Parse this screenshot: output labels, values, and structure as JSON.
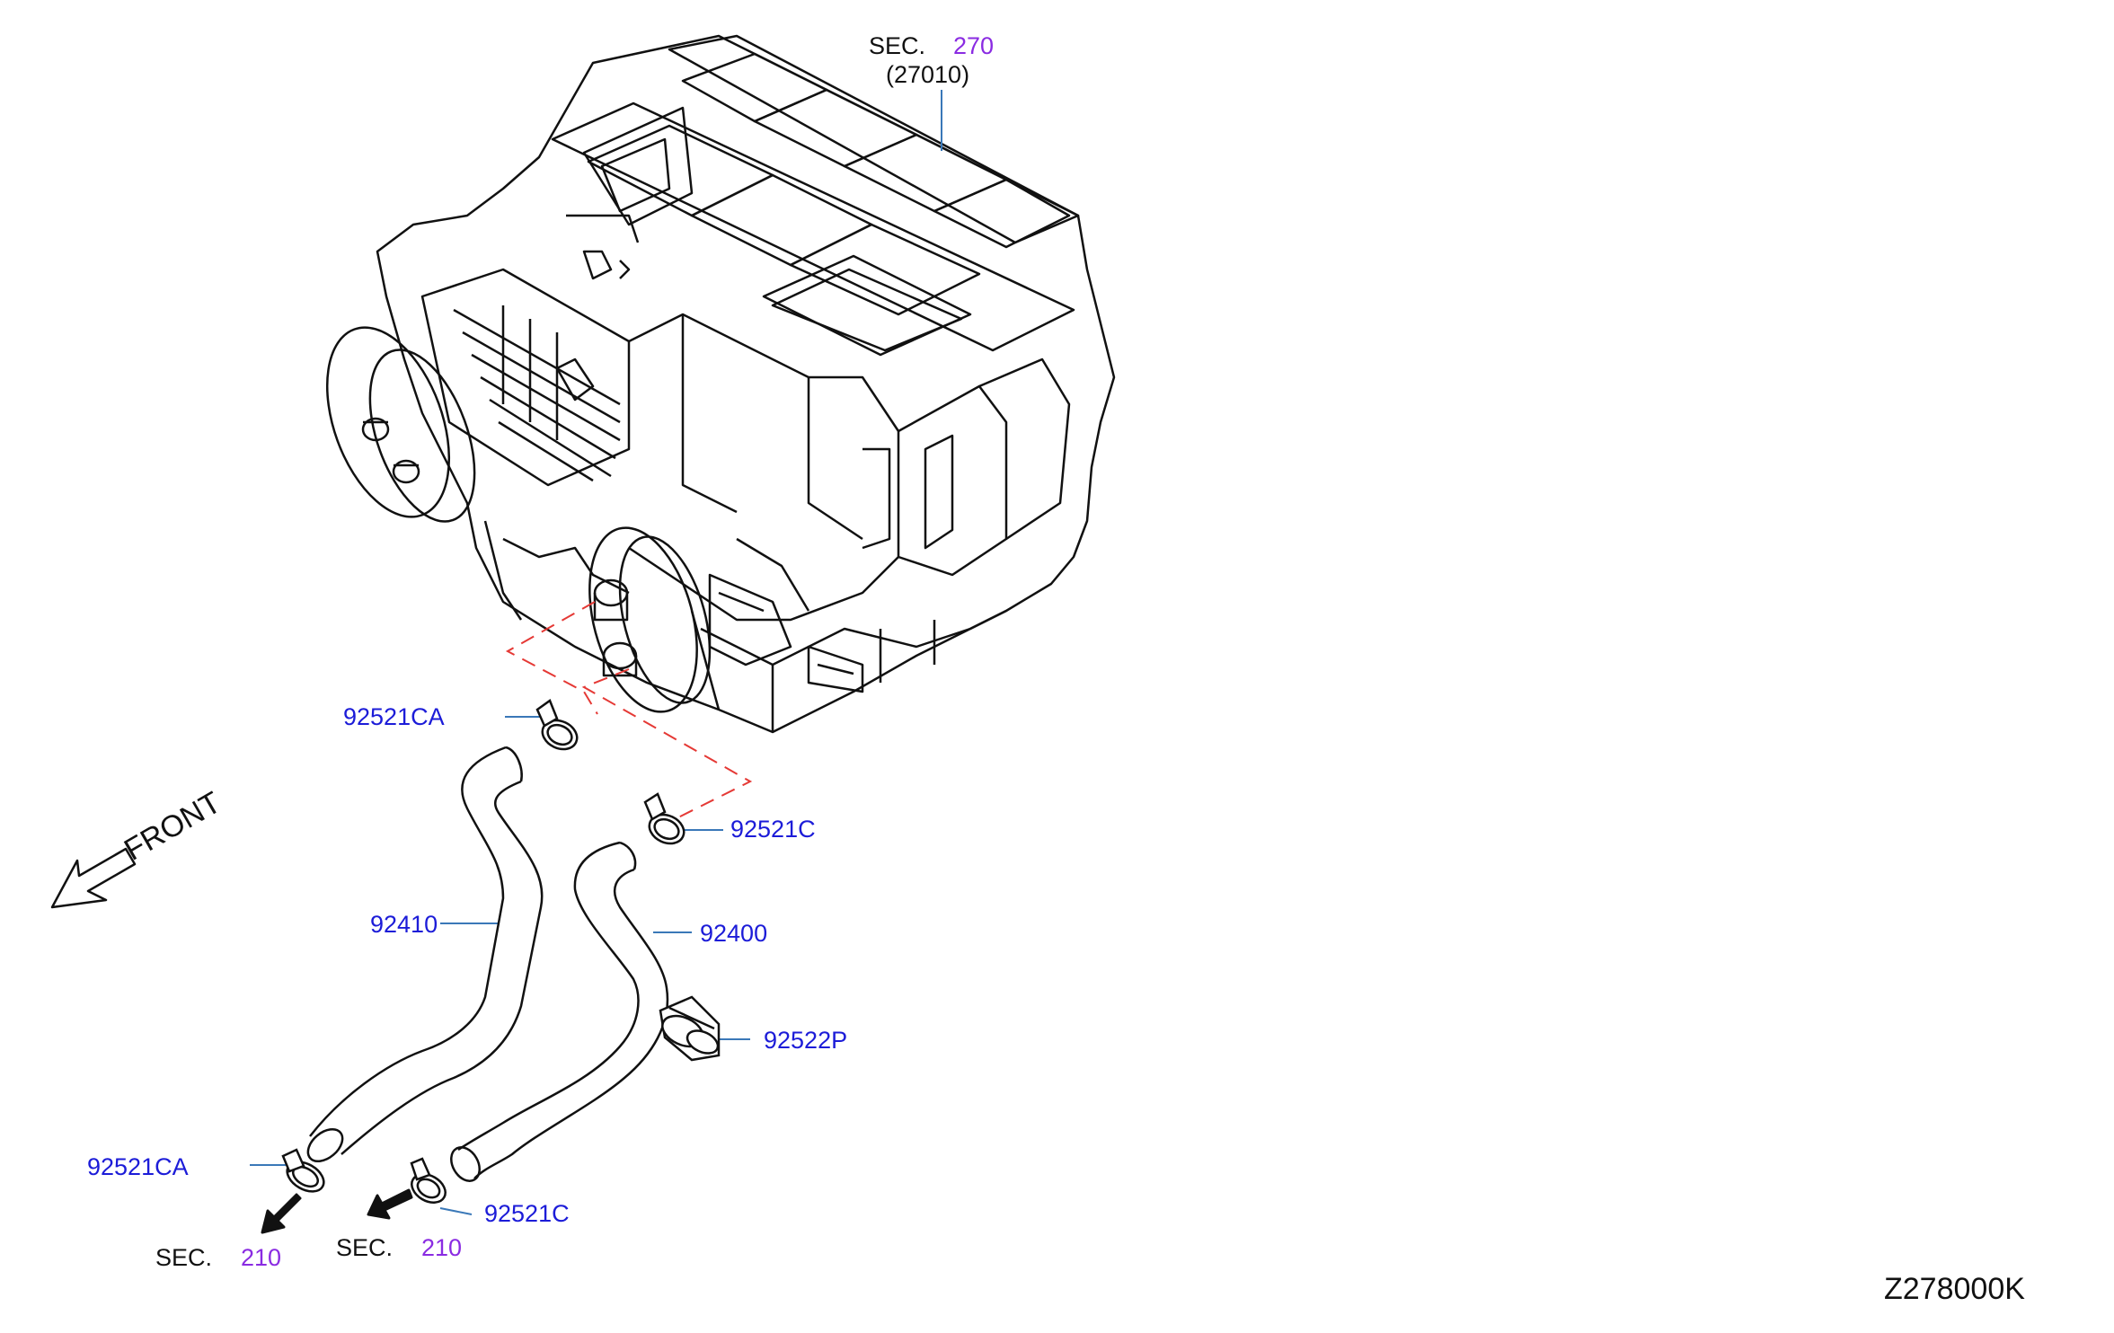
{
  "sections": {
    "top": {
      "prefix": "SEC.",
      "number": "270",
      "sub": "(27010)"
    },
    "bottom_left": {
      "prefix": "SEC.",
      "number": "210"
    },
    "bottom_mid": {
      "prefix": "SEC.",
      "number": "210"
    }
  },
  "parts": {
    "clamp_upper_left": "92521CA",
    "clamp_upper_right": "92521C",
    "hose_left": "92410",
    "hose_right": "92400",
    "clip": "92522P",
    "clamp_lower_left": "92521CA",
    "clamp_lower_mid": "92521C"
  },
  "direction": "FRONT",
  "figure_code": "Z278000K",
  "colors": {
    "part_label": "#1c1cd8",
    "section_number": "#8a2be2",
    "leader_line": "#3a78b8",
    "dashed_line": "#e53935",
    "drawing": "#111111"
  }
}
